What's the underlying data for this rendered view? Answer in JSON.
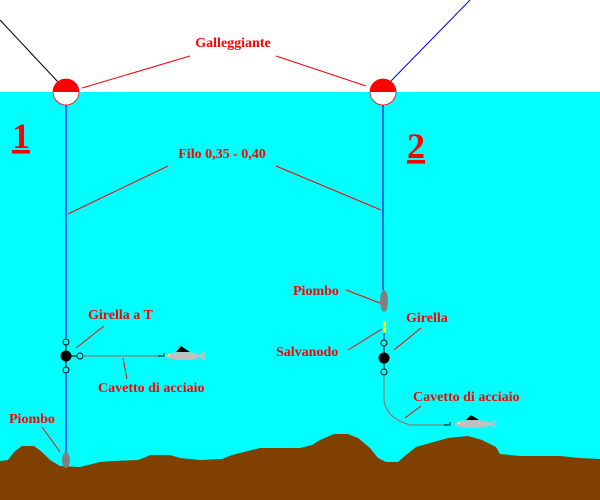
{
  "labels": {
    "float": "Galleggiante",
    "line": "Filo 0,35 - 0,40",
    "rig1_number": "1",
    "rig2_number": "2",
    "rig1_swivel": "Girella a T",
    "rig1_cable": "Cavetto di acciaio",
    "rig1_sinker": "Piombo",
    "rig2_sinker": "Piombo",
    "rig2_knot_saver": "Salvanodo",
    "rig2_swivel": "Girella",
    "rig2_cable": "Cavetto di acciaio"
  },
  "colors": {
    "sky": "#ffffff",
    "water": "#00ffff",
    "ground": "#804000",
    "label": "#ff0000",
    "fishing_line": "#0000ff",
    "sinker": "#808080"
  }
}
